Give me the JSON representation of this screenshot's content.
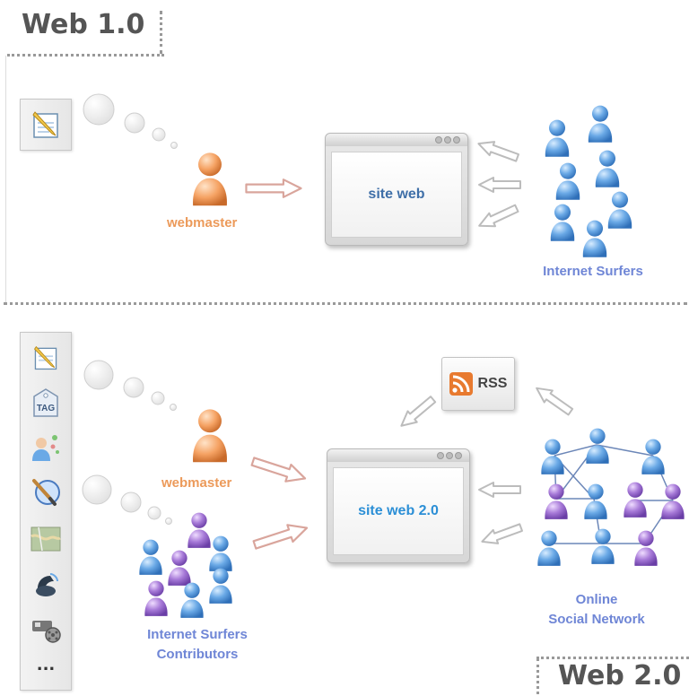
{
  "sections": {
    "web1": {
      "title": "Web 1.0",
      "window_label": "site web",
      "webmaster_label": "webmaster",
      "surfers_label": "Internet Surfers"
    },
    "web2": {
      "title": "Web 2.0",
      "window_label": "site web 2.0",
      "webmaster_label": "webmaster",
      "contributors_label_line1": "Internet Surfers",
      "contributors_label_line2": "Contributors",
      "network_label_line1": "Online",
      "network_label_line2": "Social Network",
      "rss_label": "RSS",
      "tools": [
        "edit-document-icon",
        "tag-icon",
        "users-share-icon",
        "paint-icon",
        "map-icon",
        "phone-icon",
        "video-reel-icon",
        "more-icon"
      ],
      "more_label": "..."
    }
  },
  "tag_text": "TAG",
  "colors": {
    "orange": "#ec9a5a",
    "blue_person": "#6aa9e6",
    "purple_person": "#a77ad8",
    "label_blue": "#6f86d6",
    "window_text": "#3f6fa8"
  }
}
